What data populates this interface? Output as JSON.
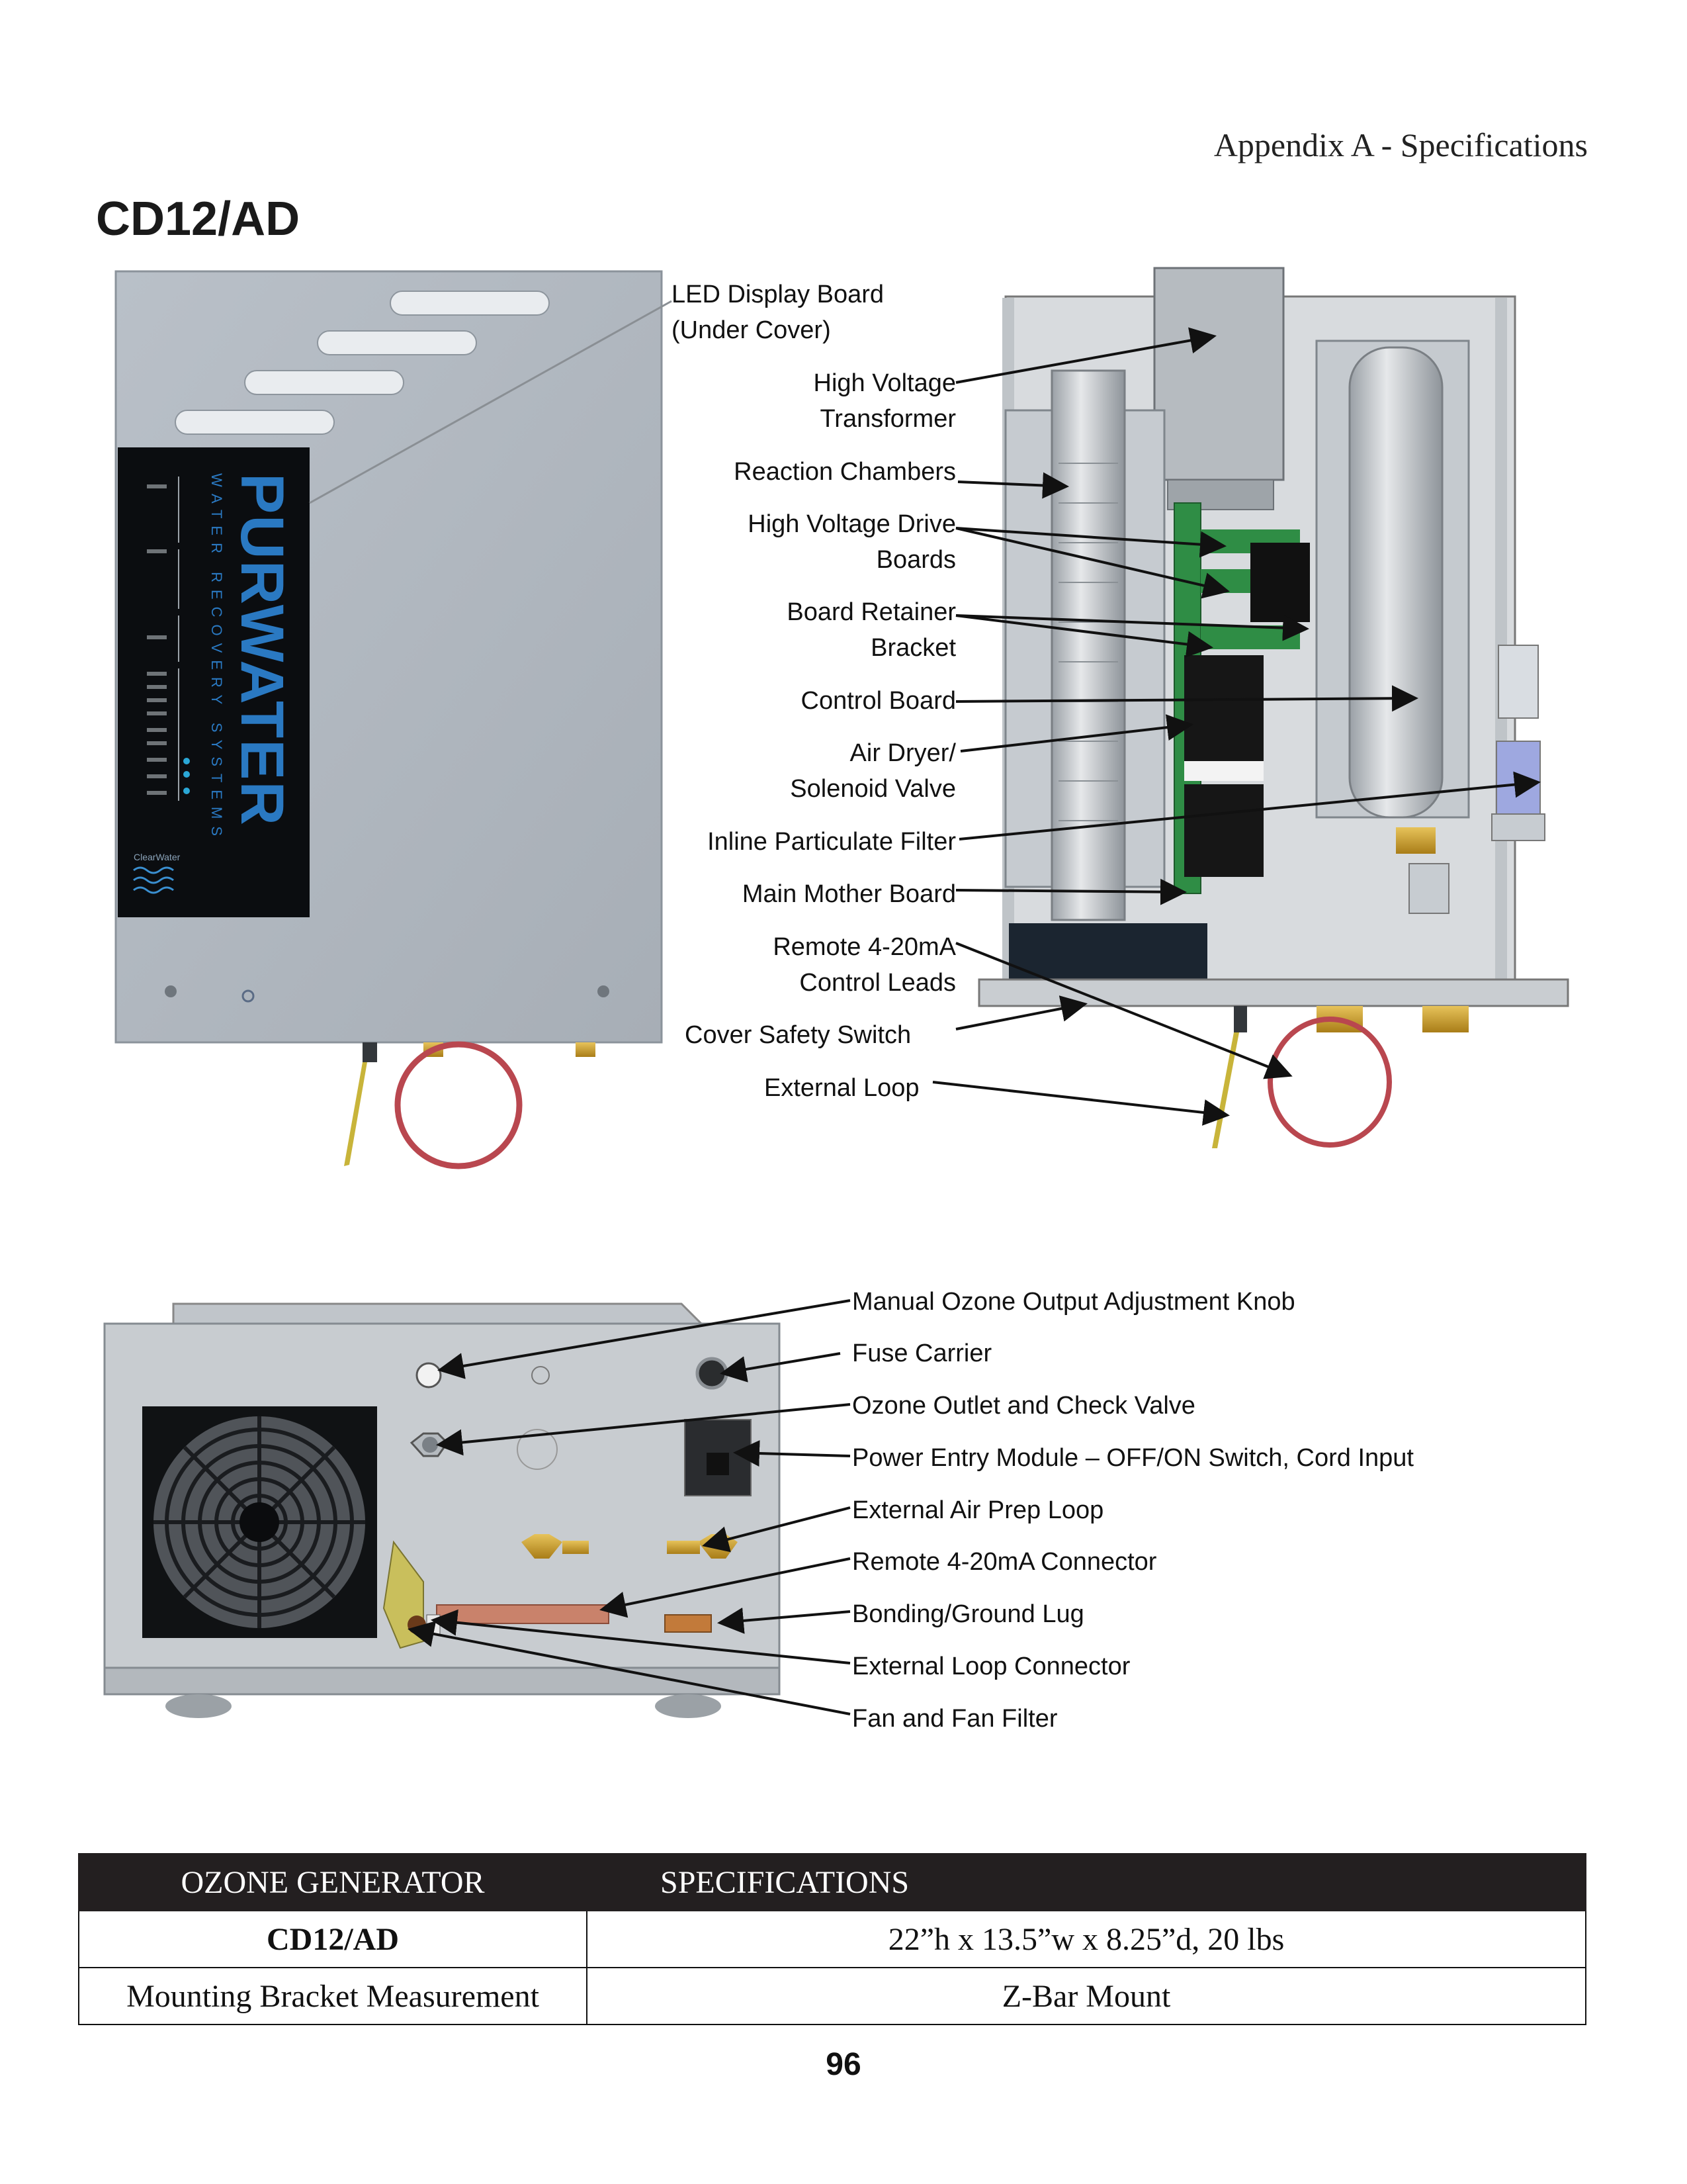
{
  "header": {
    "section": "Appendix A - Specifications"
  },
  "title": "CD12/AD",
  "front_panel": {
    "brand": "PURWATER",
    "tagline": "WATER RECOVERY SYSTEMS",
    "maker_logo_text": "ClearWater"
  },
  "internal_callouts": [
    "LED Display Board",
    "(Under Cover)",
    "High Voltage",
    "Transformer",
    "Reaction Chambers",
    "High Voltage Drive",
    "Boards",
    "Board Retainer",
    "Bracket",
    "Control Board",
    "Air Dryer/",
    "Solenoid Valve",
    "Inline Particulate Filter",
    "Main Mother Board",
    "Remote 4-20mA",
    "Control Leads",
    "Cover Safety Switch",
    "External Loop"
  ],
  "rear_callouts": [
    "Manual Ozone Output Adjustment Knob",
    "Fuse Carrier",
    "Ozone Outlet and Check Valve",
    "Power Entry Module – OFF/ON Switch, Cord Input",
    "External Air Prep Loop",
    "Remote 4-20mA Connector",
    "Bonding/Ground Lug",
    "External Loop Connector",
    "Fan and Fan Filter"
  ],
  "spec_table": {
    "header": [
      "OZONE GENERATOR",
      "SPECIFICATIONS"
    ],
    "rows": [
      {
        "label": "CD12/AD",
        "value": "22”h x 13.5”w x 8.25”d, 20 lbs"
      },
      {
        "label": "Mounting Bracket Measurement",
        "value": "Z-Bar Mount"
      }
    ]
  },
  "page_number": "96"
}
